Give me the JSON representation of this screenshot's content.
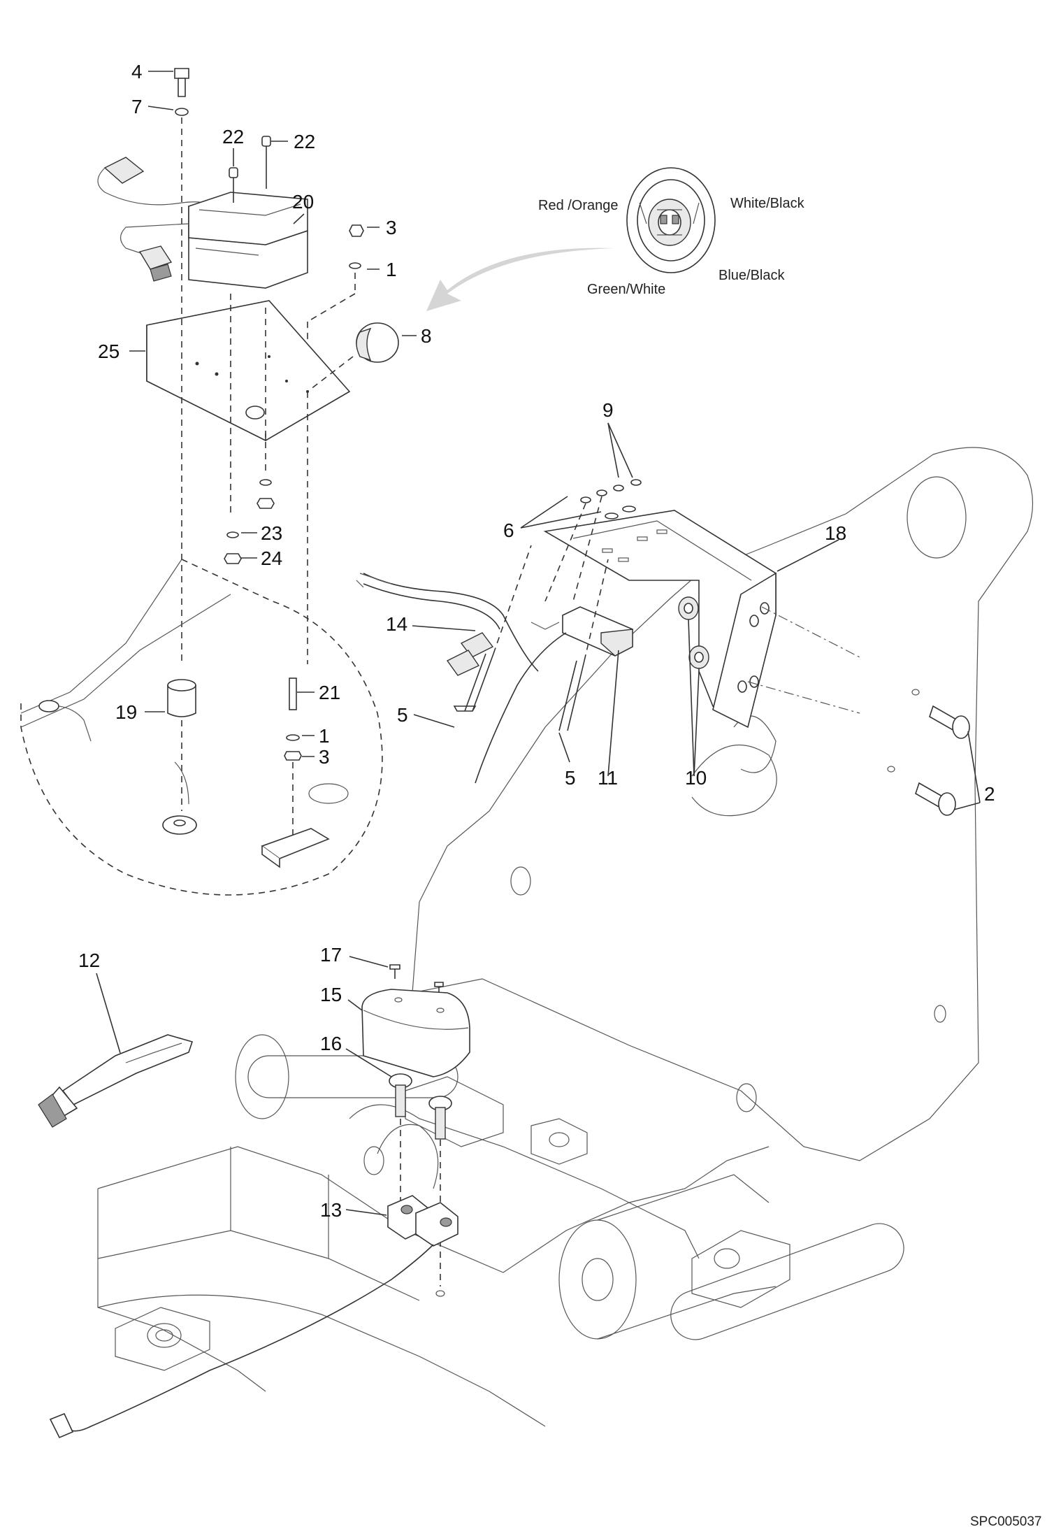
{
  "diagram": {
    "part_labels": {
      "p4": "4",
      "p7": "7",
      "p22a": "22",
      "p22b": "22",
      "p20": "20",
      "p3a": "3",
      "p1a": "1",
      "p8": "8",
      "p25": "25",
      "p23": "23",
      "p24": "24",
      "p21": "21",
      "p19": "19",
      "p1b": "1",
      "p3b": "3",
      "p9": "9",
      "p6": "6",
      "p18": "18",
      "p14": "14",
      "p5a": "5",
      "p5b": "5",
      "p11": "11",
      "p10": "10",
      "p2": "2",
      "p17": "17",
      "p15": "15",
      "p12": "12",
      "p16": "16",
      "p13": "13"
    },
    "connector_pins": {
      "red_orange": "Red /Orange",
      "white_black": "White/Black",
      "green_white": "Green/White",
      "blue_black": "Blue/Black"
    },
    "reference_code": "SPC005037"
  }
}
